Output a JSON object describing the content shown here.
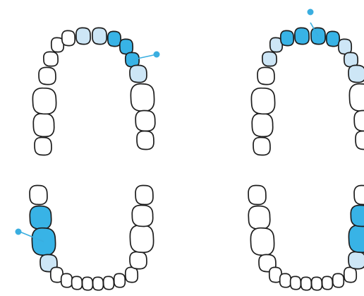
{
  "colors": {
    "background": "#ffffff",
    "outline": "#1d1d1d",
    "none": "#ffffff",
    "light": "#cde6f6",
    "dark": "#38b3e6",
    "pin": "#3aaee0"
  },
  "panels": [
    {
      "name": "upper-arch-left",
      "arch": "upper",
      "teeth": [
        "none",
        "none",
        "none",
        "none",
        "none",
        "none",
        "none",
        "light",
        "light",
        "dark",
        "dark",
        "dark",
        "light",
        "none",
        "none",
        "none"
      ],
      "pin": "right-premolar"
    },
    {
      "name": "upper-arch-right",
      "arch": "upper",
      "teeth": [
        "none",
        "none",
        "none",
        "none",
        "light",
        "light",
        "dark",
        "dark",
        "dark",
        "dark",
        "light",
        "light",
        "light",
        "none",
        "none",
        "none"
      ],
      "pin": "front"
    },
    {
      "name": "lower-arch-left",
      "arch": "lower",
      "teeth": [
        "none",
        "dark",
        "dark",
        "light",
        "none",
        "none",
        "none",
        "none",
        "none",
        "none",
        "none",
        "none",
        "none",
        "none",
        "none",
        "none"
      ],
      "pin": "left-molar"
    },
    {
      "name": "lower-arch-right",
      "arch": "lower",
      "teeth": [
        "none",
        "none",
        "none",
        "none",
        "none",
        "none",
        "none",
        "none",
        "none",
        "none",
        "none",
        "none",
        "light",
        "dark",
        "dark",
        "none"
      ],
      "pin": "none"
    }
  ]
}
